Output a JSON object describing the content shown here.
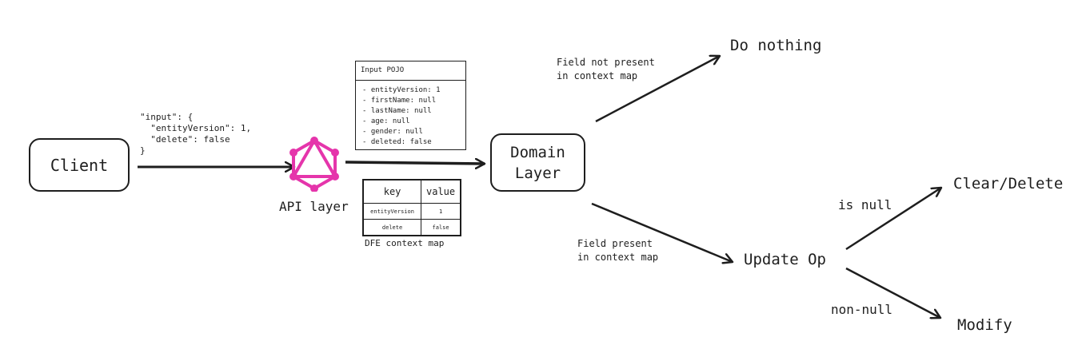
{
  "nodes": {
    "client": "Client",
    "api_layer": "API layer",
    "domain_layer": [
      "Domain",
      "Layer"
    ],
    "do_nothing": "Do nothing",
    "update_op": "Update Op",
    "clear_delete": "Clear/Delete",
    "modify": "Modify"
  },
  "input_json": [
    "\"input\": {",
    "  \"entityVersion\": 1,",
    "  \"delete\": false",
    "}"
  ],
  "pojo": {
    "title": "Input POJO",
    "fields": [
      "- entityVersion: 1",
      "- firstName: null",
      "- lastName: null",
      "- age: null",
      "- gender: null",
      "- deleted: false"
    ]
  },
  "context_map": {
    "caption": "DFE context map",
    "headers": [
      "key",
      "value"
    ],
    "rows": [
      [
        "entityVersion",
        "1"
      ],
      [
        "delete",
        "false"
      ]
    ]
  },
  "edge_labels": {
    "not_present": [
      "Field not present",
      "in context map"
    ],
    "present": [
      "Field present",
      "in context map"
    ],
    "is_null": "is null",
    "non_null": "non-null"
  },
  "colors": {
    "stroke": "#1e1e1e",
    "graphql": "#e535ab"
  },
  "icons": {
    "api_layer": "graphql-icon"
  }
}
